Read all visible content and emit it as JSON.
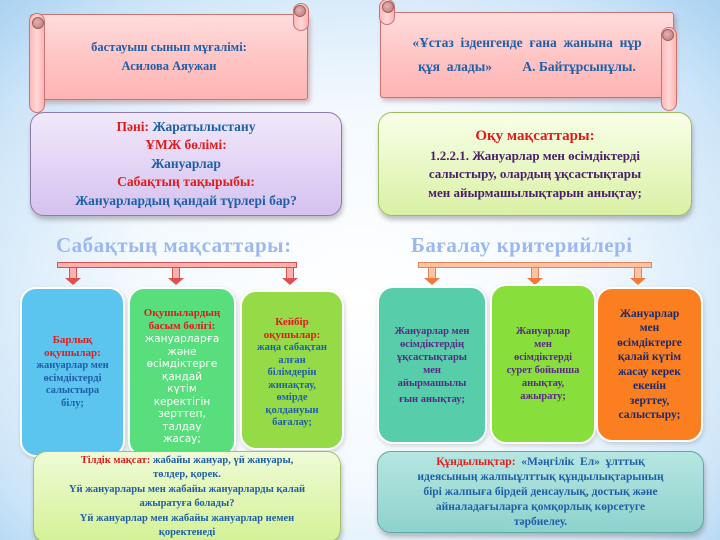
{
  "scroll_left": {
    "line1": "бастауыш  сынып  мұғалімі:",
    "line2": "Асилова Аяужан"
  },
  "scroll_right": {
    "line1": "«Ұстаз  ізденгенде  ғана  жанына  нұр",
    "line2": "құя  алады»         А. Байтұрсынұлы."
  },
  "subject_box": {
    "subject_label": "Пәні:",
    "subject_value": "Жаратылыстану",
    "section_label": "ҰМЖ  бөлімі:",
    "section_value": "Жануарлар",
    "topic_label": "Сабақтың  тақырыбы:",
    "topic_value": "Жануарлардың  қандай  түрлері  бар?"
  },
  "objectives_box": {
    "title": "Оқу  мақсаттары:",
    "line1": "1.2.2.1. Жануарлар  мен өсімдіктерді",
    "line2": "салыстыру,  олардың  ұқсастықтары",
    "line3": "мен  айырмашылықтарын  анықтау;"
  },
  "headings": {
    "goals": "Сабақтың  мақсаттары:",
    "criteria": "Бағалау  критерийлері"
  },
  "goal_cards": [
    {
      "title_lines": [
        "Барлық",
        "оқушылар:"
      ],
      "text_lines": [
        "жануарлар  мен",
        "өсімдіктерді",
        "салыстыра",
        "білу;"
      ],
      "color": "#5bc4ef"
    },
    {
      "title_lines": [
        "Оқушылардың",
        "басым  бөлігі:"
      ],
      "text_lines": [
        "жануарларға",
        "және",
        "өсімдіктерге",
        "қандай",
        "күтім",
        "керектігін",
        "зерттеп,",
        "талдау",
        "жасау;"
      ],
      "color": "#58de7c"
    },
    {
      "title_lines": [
        "Кейбір",
        "оқушылар:"
      ],
      "text_lines": [
        "жаңа  сабақтан",
        "алған",
        "білімдерін",
        "жинақтау,",
        "өмірде",
        "қолдануын",
        "бағалау;"
      ],
      "color": "#95db47"
    }
  ],
  "criteria_cards": [
    {
      "text_lines": [
        "Жануарлар  мен",
        "өсімдіктердің",
        "ұқсастықтары",
        "мен",
        "айырмашылы",
        "ғын  анықтау;"
      ],
      "color": "#57cdaa"
    },
    {
      "text_lines": [
        "Жануарлар",
        "мен",
        "өсімдіктерді",
        "сурет  бойынша",
        "анықтау,",
        "ажырату;"
      ],
      "color": "#88df3c"
    },
    {
      "text_lines": [
        "Жануарлар",
        "мен",
        "өсімдіктерге",
        "қалай  күтім",
        "жасау  керек",
        "екенін",
        "зерттеу,",
        "салыстыру;"
      ],
      "color": "#fb7f20"
    }
  ],
  "language_box": {
    "label": "Тілдік  мақсат:",
    "line1_rest": " жабайы жануар, үй жануары,",
    "line2": "төлдер, қорек.",
    "line3": "Үй  жануарлары мен  жабайы  жануарларды қалай",
    "line4": "ажыратуға  болады?",
    "line5": "Үй  жануарлар  мен  жабайы  жануарлар  немен",
    "line6": "қоректенеді"
  },
  "values_box": {
    "label": "Құндылықтар:",
    "line1_rest": "  «Мәңгілік  Ел»  ұлттық",
    "line2": "идеясының жалпыұлттық құндылықтарының",
    "line3": "бірі  жалпыға  бірдей  денсаулық, достық және",
    "line4": "айналадағыларға қомқорлық көрсетуге",
    "line5": "тәрбиелеу."
  },
  "colors": {
    "scroll_fill": "#ffc3c3",
    "heading_text": "#9bb8ef",
    "accent_red": "#e01c1c",
    "accent_blue": "#1e5fa8"
  }
}
